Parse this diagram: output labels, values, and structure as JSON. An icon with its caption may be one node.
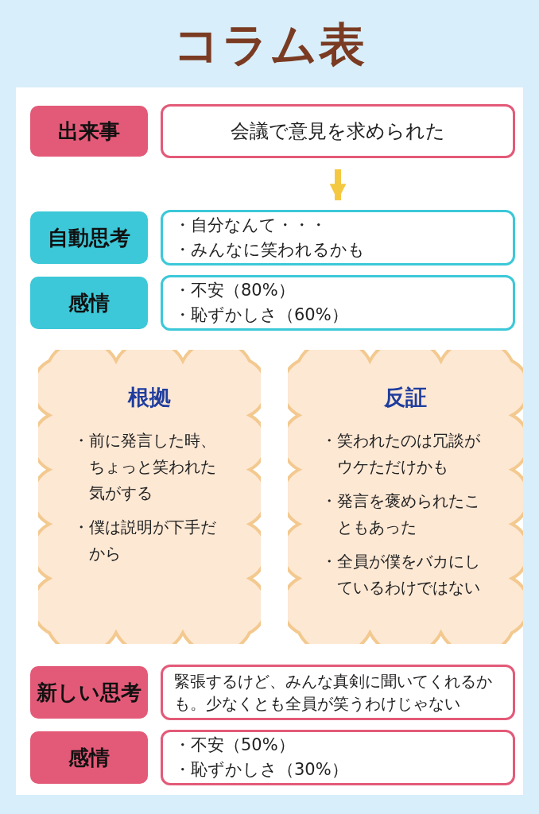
{
  "diagram": {
    "title": "コラム表",
    "nodes": [
      {
        "text": [
          "出来事"
        ]
      },
      {
        "text": [
          "会議で意見を求められた"
        ]
      },
      {
        "text": [
          "自動思考"
        ]
      },
      {
        "text": [
          "・自分なんて・・・",
          "・みんなに笑われるかも"
        ]
      },
      {
        "text": [
          "感情"
        ]
      },
      {
        "text": [
          "・不安（80%）",
          "・恥ずかしさ（60%）"
        ]
      },
      {
        "text": [
          "根拠",
          "・前に発言した時、ちょっと笑われた気がする",
          "・僕は説明が下手だから"
        ]
      },
      {
        "text": [
          "反証",
          "・笑われたのは冗談がウケただけかも",
          "・発言を褒められたこともあった",
          "・全員が僕をバカにしているわけではない"
        ]
      },
      {
        "text": [
          "新しい思考"
        ]
      },
      {
        "text": [
          "緊張するけど、みんな真剣に聞いてくれるかも。少なくとも全員が笑うわけじゃない"
        ]
      },
      {
        "text": [
          "感情"
        ]
      },
      {
        "text": [
          "・不安（50%）",
          "・恥ずかしさ（30%）"
        ]
      }
    ],
    "edges": [
      {
        "from": 1,
        "to": 3,
        "arrow": "to"
      }
    ]
  }
}
